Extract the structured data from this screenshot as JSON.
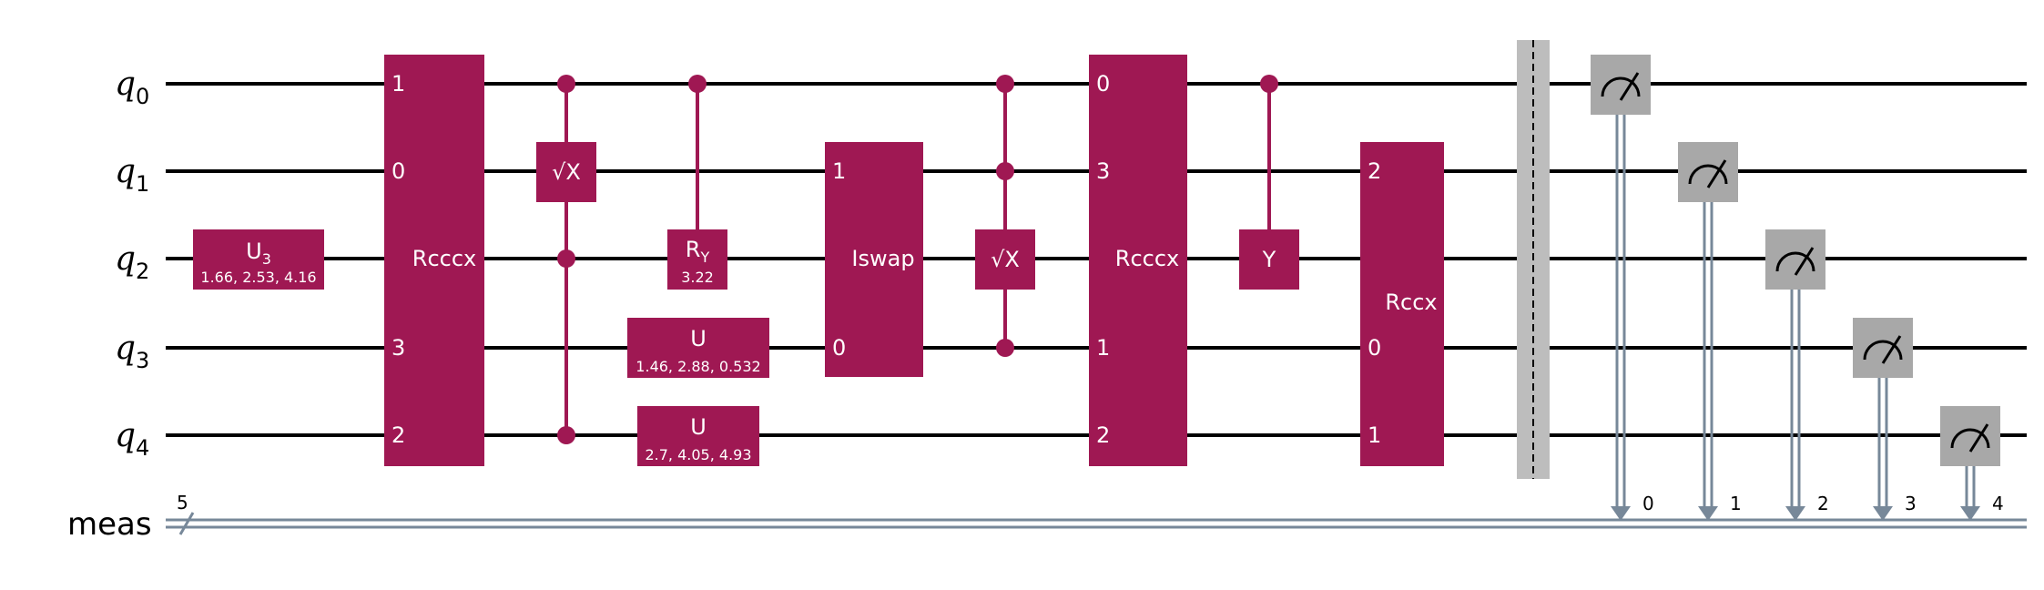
{
  "colors": {
    "gate": "#9f1853",
    "measure": "#a8a8a8",
    "classical_wire": "#778899",
    "barrier": "#bdbdbd",
    "wire": "#000000",
    "gate_text": "#ffffff"
  },
  "qubits": [
    {
      "name": "q",
      "index": "0"
    },
    {
      "name": "q",
      "index": "1"
    },
    {
      "name": "q",
      "index": "2"
    },
    {
      "name": "q",
      "index": "3"
    },
    {
      "name": "q",
      "index": "4"
    }
  ],
  "classical_register": {
    "name": "meas",
    "size": "5",
    "bits": [
      "0",
      "1",
      "2",
      "3",
      "4"
    ]
  },
  "gates": [
    {
      "type": "u3",
      "target": 2,
      "label": "U",
      "sub": "3",
      "params": "1.66, 2.53, 4.16"
    },
    {
      "type": "rcccx",
      "label": "Rcccx",
      "qubits": [
        0,
        1,
        3,
        4
      ],
      "pin_labels": [
        "1",
        "0",
        "3",
        "2"
      ]
    },
    {
      "type": "ccsx",
      "controls": [
        0,
        2,
        4
      ],
      "target": 1,
      "label": "√X"
    },
    {
      "type": "cry",
      "control": 0,
      "target": 2,
      "label": "R",
      "sub": "Y",
      "params": "3.22"
    },
    {
      "type": "u",
      "target": 3,
      "label": "U",
      "params": "1.46, 2.88, 0.532"
    },
    {
      "type": "u",
      "target": 4,
      "label": "U",
      "params": "2.7, 4.05, 4.93"
    },
    {
      "type": "iswap",
      "label": "Iswap",
      "qubits": [
        1,
        3
      ],
      "pin_labels": [
        "1",
        "0"
      ]
    },
    {
      "type": "ccsx",
      "controls": [
        0,
        1,
        3
      ],
      "target": 2,
      "label": "√X"
    },
    {
      "type": "rcccx",
      "label": "Rcccx",
      "qubits": [
        0,
        1,
        3,
        4
      ],
      "pin_labels": [
        "0",
        "3",
        "1",
        "2"
      ]
    },
    {
      "type": "cy",
      "control": 0,
      "target": 2,
      "label": "Y"
    },
    {
      "type": "rccx",
      "label": "Rccx",
      "qubits": [
        1,
        3,
        4
      ],
      "pin_labels": [
        "2",
        "0",
        "1"
      ]
    },
    {
      "type": "barrier",
      "qubits": [
        0,
        1,
        2,
        3,
        4
      ]
    },
    {
      "type": "measure",
      "qubit": 0,
      "cbit": "0"
    },
    {
      "type": "measure",
      "qubit": 1,
      "cbit": "1"
    },
    {
      "type": "measure",
      "qubit": 2,
      "cbit": "2"
    },
    {
      "type": "measure",
      "qubit": 3,
      "cbit": "3"
    },
    {
      "type": "measure",
      "qubit": 4,
      "cbit": "4"
    }
  ]
}
